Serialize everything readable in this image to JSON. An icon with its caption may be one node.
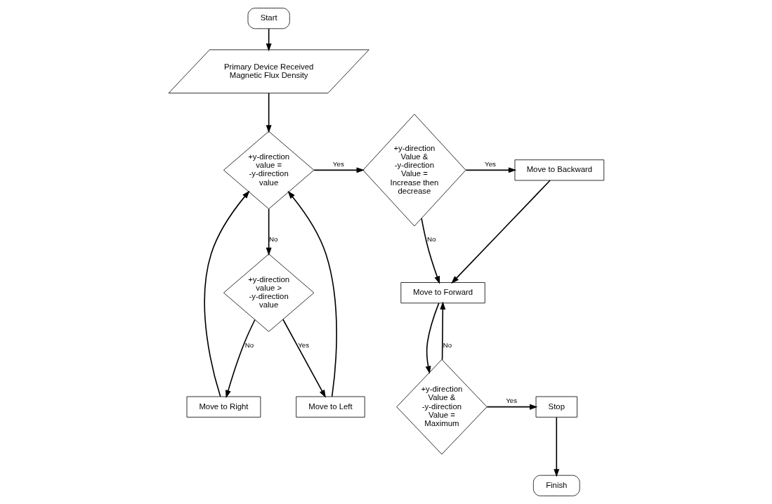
{
  "diagram": {
    "nodes": [
      {
        "text": [
          "Start"
        ]
      },
      {
        "text": [
          "Primary Device Received Magnetic Flux Density"
        ]
      },
      {
        "text": [
          "+y-direction value = -y-direction value"
        ]
      },
      {
        "text": [
          "+y-direction Value & -y-direction Value = Increase then decrease"
        ]
      },
      {
        "text": [
          "Move to Backward"
        ]
      },
      {
        "text": [
          "+y-direction value > -y-direction value"
        ]
      },
      {
        "text": [
          "Move to Left"
        ]
      },
      {
        "text": [
          "Move to Right"
        ]
      },
      {
        "text": [
          "Move to Forward"
        ]
      },
      {
        "text": [
          "+y-direction Value & -y-direction Value = Maximum"
        ]
      },
      {
        "text": [
          "Stop"
        ]
      },
      {
        "text": [
          "Finish"
        ]
      }
    ],
    "edges": [
      {
        "from": 0,
        "to": 1,
        "arrow": "to"
      },
      {
        "from": 1,
        "to": 2,
        "arrow": "to"
      },
      {
        "from": 2,
        "to": 3,
        "arrow": "to",
        "label": "Yes"
      },
      {
        "from": 3,
        "to": 4,
        "arrow": "to",
        "label": "Yes"
      },
      {
        "from": 3,
        "to": 8,
        "arrow": "to",
        "label": "No"
      },
      {
        "from": 4,
        "to": 8,
        "arrow": "to"
      },
      {
        "from": 2,
        "to": 5,
        "arrow": "to",
        "label": "No"
      },
      {
        "from": 5,
        "to": 6,
        "arrow": "to",
        "label": "Yes"
      },
      {
        "from": 5,
        "to": 7,
        "arrow": "to",
        "label": "No"
      },
      {
        "from": 6,
        "to": 2,
        "arrow": "to"
      },
      {
        "from": 7,
        "to": 2,
        "arrow": "to"
      },
      {
        "from": 8,
        "to": 9,
        "arrow": "to"
      },
      {
        "from": 9,
        "to": 10,
        "arrow": "to",
        "label": "Yes"
      },
      {
        "from": 9,
        "to": 8,
        "arrow": "to",
        "label": "No"
      },
      {
        "from": 10,
        "to": 11,
        "arrow": "to"
      }
    ]
  }
}
